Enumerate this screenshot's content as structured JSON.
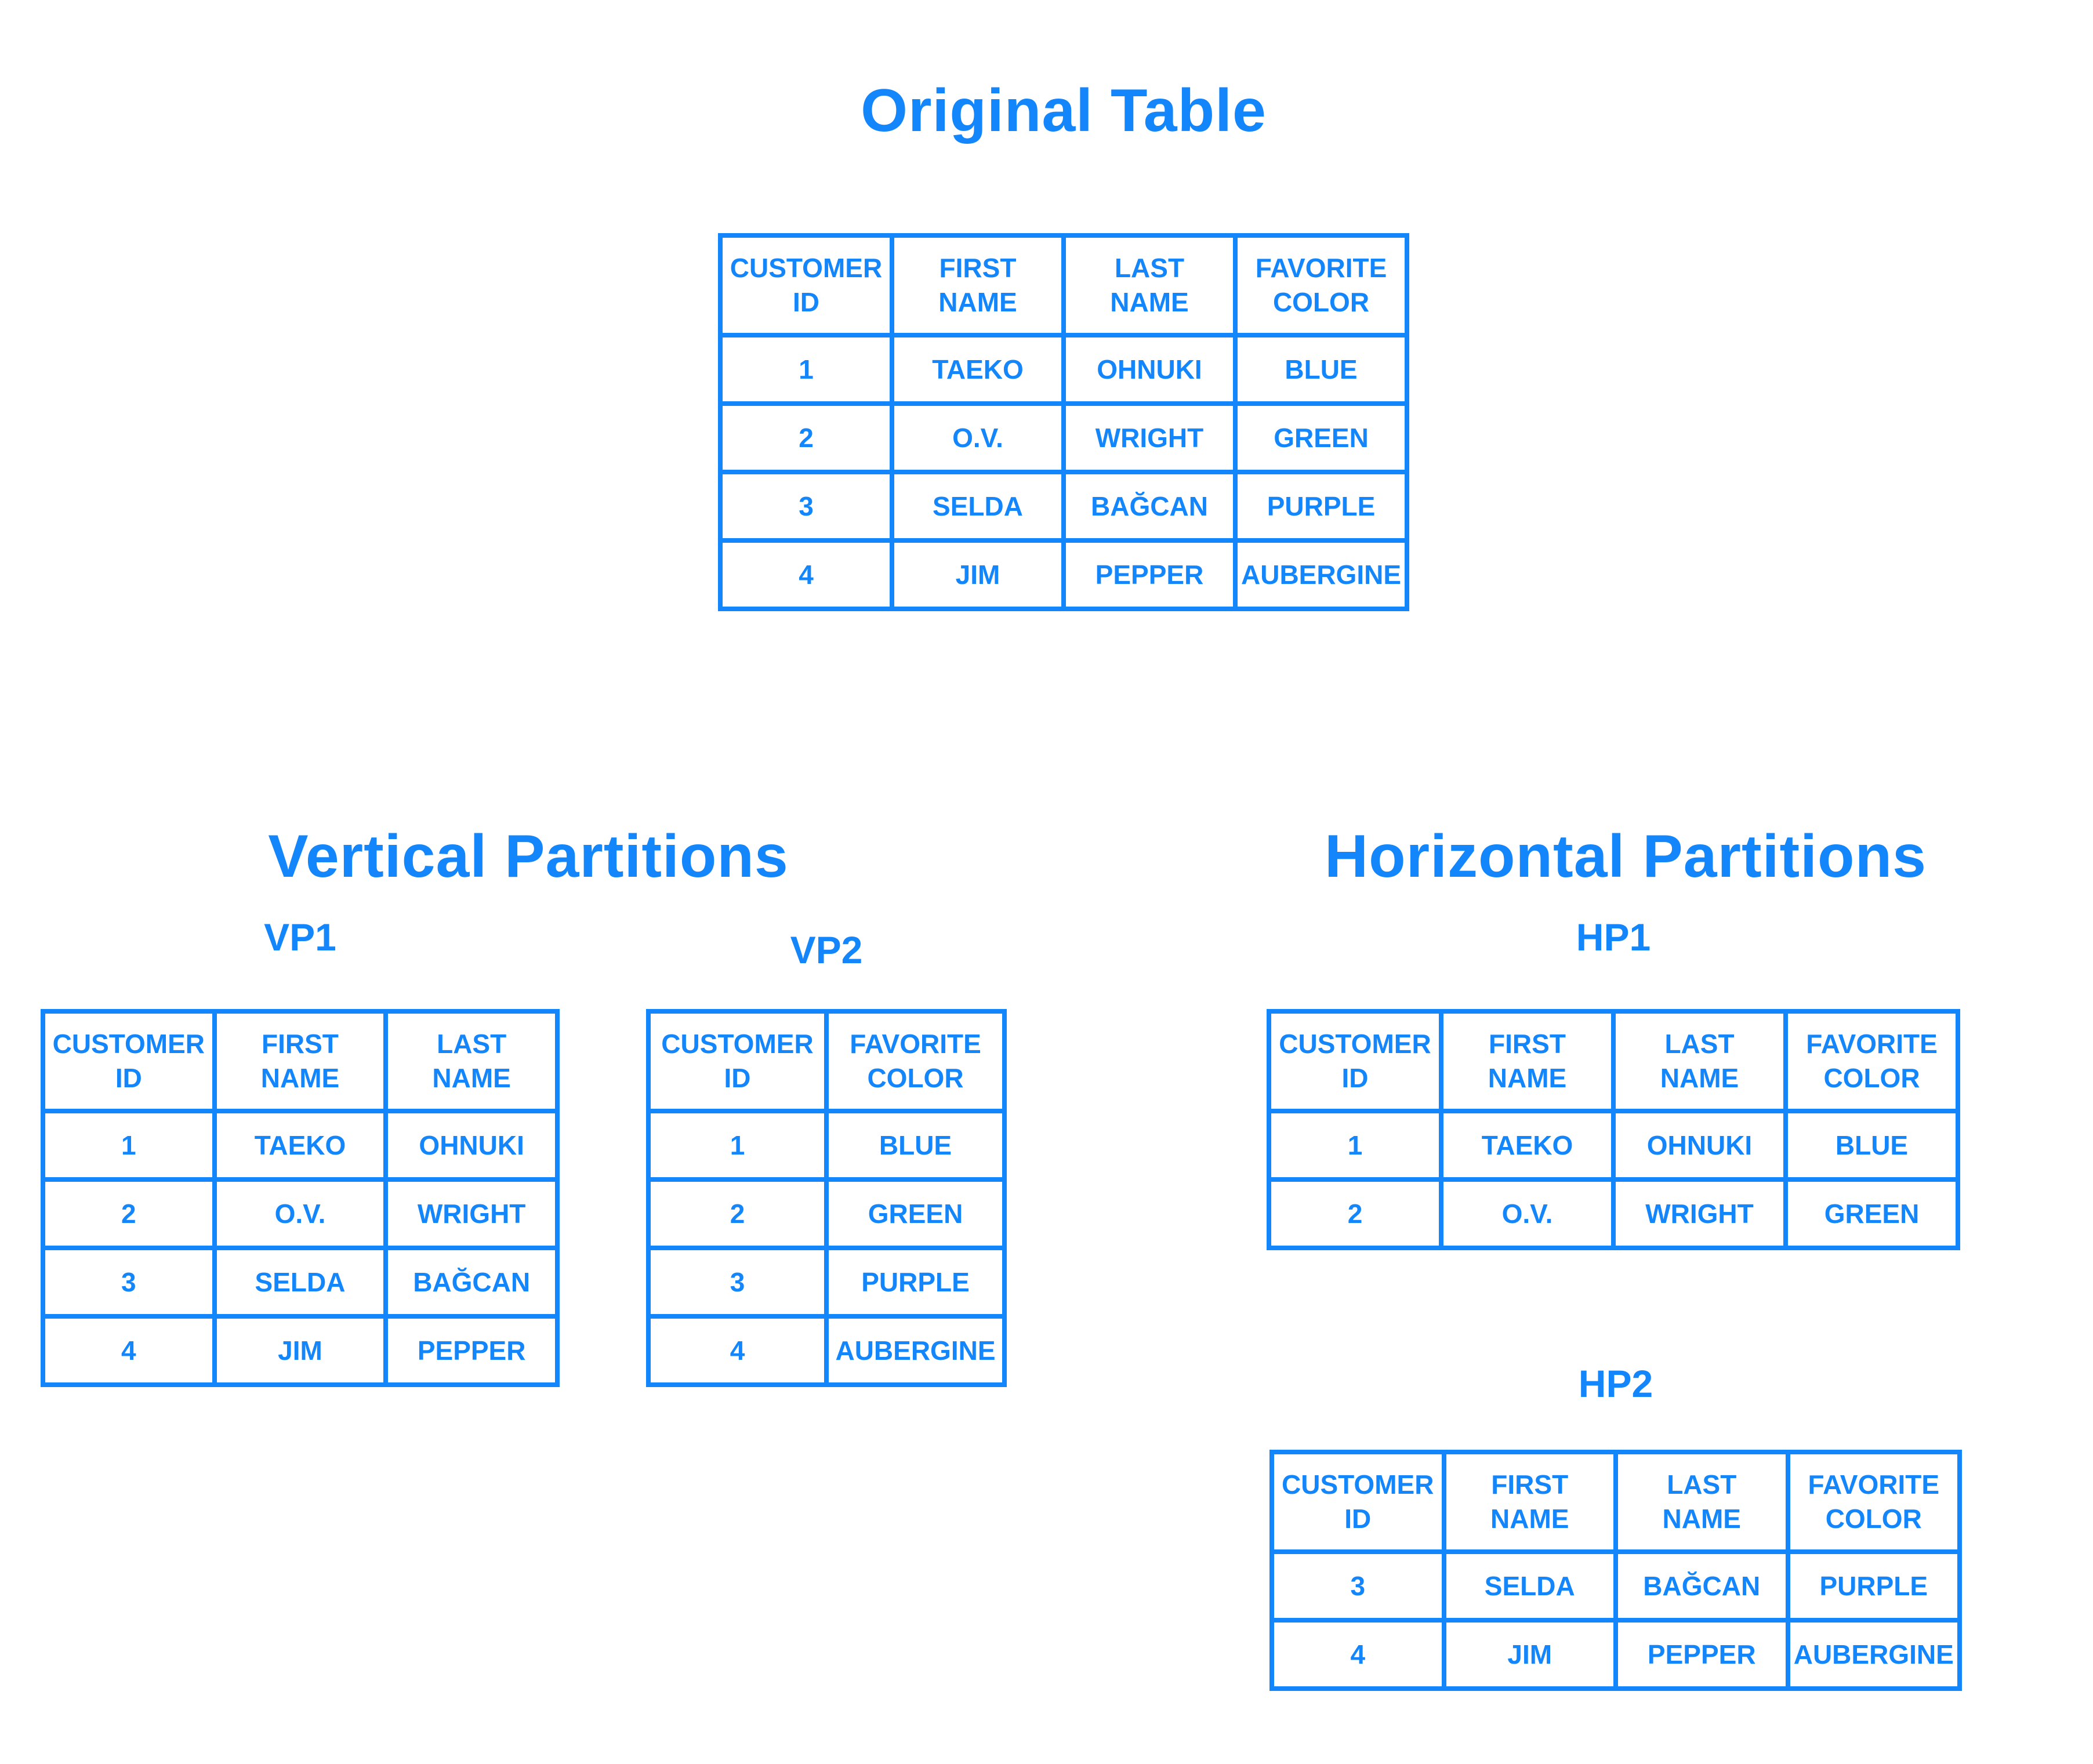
{
  "colors": {
    "accent": "#1486fc",
    "background": "#ffffff"
  },
  "original_section": {
    "title": "Original Table",
    "table": {
      "headers": [
        "CUSTOMER ID",
        "FIRST NAME",
        "LAST NAME",
        "FAVORITE COLOR"
      ],
      "rows": [
        [
          "1",
          "TAEKO",
          "OHNUKI",
          "BLUE"
        ],
        [
          "2",
          "O.V.",
          "WRIGHT",
          "GREEN"
        ],
        [
          "3",
          "SELDA",
          "BAĞCAN",
          "PURPLE"
        ],
        [
          "4",
          "JIM",
          "PEPPER",
          "AUBERGINE"
        ]
      ]
    }
  },
  "vertical_section": {
    "title": "Vertical Partitions",
    "vp1": {
      "label": "VP1",
      "table": {
        "headers": [
          "CUSTOMER ID",
          "FIRST NAME",
          "LAST NAME"
        ],
        "rows": [
          [
            "1",
            "TAEKO",
            "OHNUKI"
          ],
          [
            "2",
            "O.V.",
            "WRIGHT"
          ],
          [
            "3",
            "SELDA",
            "BAĞCAN"
          ],
          [
            "4",
            "JIM",
            "PEPPER"
          ]
        ]
      }
    },
    "vp2": {
      "label": "VP2",
      "table": {
        "headers": [
          "CUSTOMER ID",
          "FAVORITE COLOR"
        ],
        "rows": [
          [
            "1",
            "BLUE"
          ],
          [
            "2",
            "GREEN"
          ],
          [
            "3",
            "PURPLE"
          ],
          [
            "4",
            "AUBERGINE"
          ]
        ]
      }
    }
  },
  "horizontal_section": {
    "title": "Horizontal Partitions",
    "hp1": {
      "label": "HP1",
      "table": {
        "headers": [
          "CUSTOMER ID",
          "FIRST NAME",
          "LAST NAME",
          "FAVORITE COLOR"
        ],
        "rows": [
          [
            "1",
            "TAEKO",
            "OHNUKI",
            "BLUE"
          ],
          [
            "2",
            "O.V.",
            "WRIGHT",
            "GREEN"
          ]
        ]
      }
    },
    "hp2": {
      "label": "HP2",
      "table": {
        "headers": [
          "CUSTOMER ID",
          "FIRST NAME",
          "LAST NAME",
          "FAVORITE COLOR"
        ],
        "rows": [
          [
            "3",
            "SELDA",
            "BAĞCAN",
            "PURPLE"
          ],
          [
            "4",
            "JIM",
            "PEPPER",
            "AUBERGINE"
          ]
        ]
      }
    }
  }
}
